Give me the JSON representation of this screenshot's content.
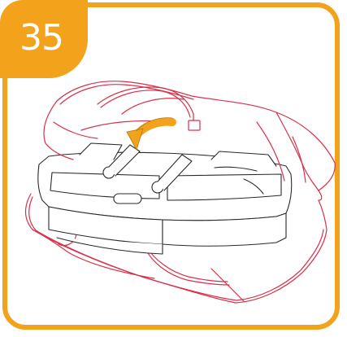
{
  "step": {
    "number": "35"
  },
  "colors": {
    "accent": "#f3a21c",
    "bag_outline": "#d9304a",
    "device_outline": "#2a2a2a",
    "arrow": "#f3a21c"
  },
  "illustration": {
    "subject": "folded-stroller-base",
    "cover": "carry-bag",
    "arrow_icon": "curved-arrow-icon"
  }
}
